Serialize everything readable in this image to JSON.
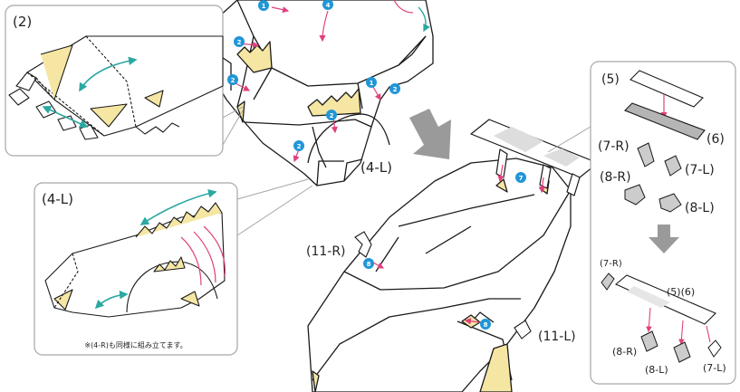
{
  "labels": {
    "inset_2": "(2)",
    "inset_4L": "(4-L)",
    "car_4L": "(4-L)",
    "part_11R": "(11-R)",
    "part_11L": "(11-L)",
    "part_5": "(5)",
    "part_6": "(6)",
    "part_7R": "(7-R)",
    "part_7L": "(7-L)",
    "part_8R": "(8-R)",
    "part_8L": "(8-L)",
    "asm_7R": "(7-R)",
    "asm_56": "(5)(6)",
    "asm_8R": "(8-R)",
    "asm_8L": "(8-L)",
    "asm_7L": "(7-L)"
  },
  "note": "※(4-R)も同様に組み立てます。",
  "steps": {
    "s1": "1",
    "s2": "2",
    "s4": "4",
    "s7": "7",
    "s8": "8"
  },
  "colors": {
    "line": "#1a1a1a",
    "yellow": "#f5e6a3",
    "pink": "#e0407e",
    "teal": "#2ba8a2",
    "blue": "#2196d6",
    "arrow_gray": "#9a9a9a",
    "panel_border": "#a6a6a6",
    "wing_gray": "#b5b5b5"
  }
}
